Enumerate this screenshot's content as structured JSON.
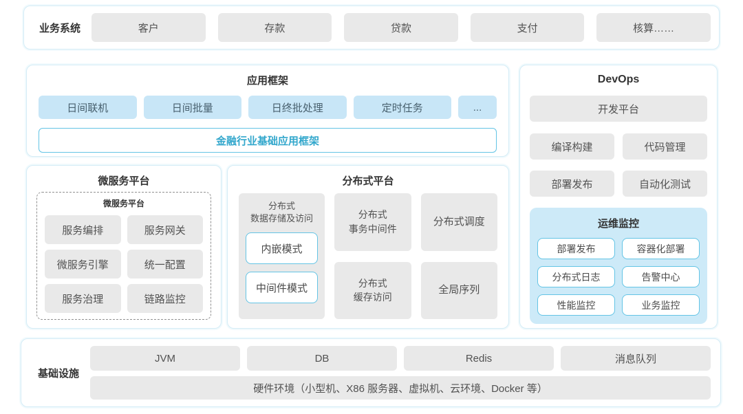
{
  "colors": {
    "card_border": "#d4ecf6",
    "gray_box_bg": "#e9e9e9",
    "blue_box_bg": "#c8e6f7",
    "panel_bg": "#cdeaf8",
    "cyan_border": "#63c4e5",
    "accent_text": "#32a7cc",
    "title_text": "#333333",
    "box_text": "#525252"
  },
  "business": {
    "label": "业务系统",
    "items": [
      "客户",
      "存款",
      "贷款",
      "支付",
      "核算……"
    ]
  },
  "app_framework": {
    "title": "应用框架",
    "modules": [
      "日间联机",
      "日间批量",
      "日终批处理",
      "定时任务",
      "..."
    ],
    "base_framework": "金融行业基础应用框架"
  },
  "microservice": {
    "title": "微服务平台",
    "inner_title": "微服务平台",
    "items": [
      "服务编排",
      "服务网关",
      "微服务引擎",
      "统一配置",
      "服务治理",
      "链路监控"
    ]
  },
  "distributed": {
    "title": "分布式平台",
    "storage": {
      "line1": "分布式",
      "line2": "数据存储及访问",
      "modes": [
        "内嵌模式",
        "中间件模式"
      ]
    },
    "transaction": {
      "line1": "分布式",
      "line2": "事务中间件"
    },
    "scheduling": "分布式调度",
    "cache": {
      "line1": "分布式",
      "line2": "缓存访问"
    },
    "sequence": "全局序列"
  },
  "devops": {
    "title": "DevOps",
    "platform": "开发平台",
    "tools": [
      "编译构建",
      "代码管理",
      "部署发布",
      "自动化测试"
    ],
    "monitoring": {
      "title": "运维监控",
      "items": [
        "部署发布",
        "容器化部署",
        "分布式日志",
        "告警中心",
        "性能监控",
        "业务监控"
      ]
    }
  },
  "infra": {
    "label": "基础设施",
    "items": [
      "JVM",
      "DB",
      "Redis",
      "消息队列"
    ],
    "hardware": "硬件环境（小型机、X86 服务器、虚拟机、云环境、Docker 等）"
  }
}
